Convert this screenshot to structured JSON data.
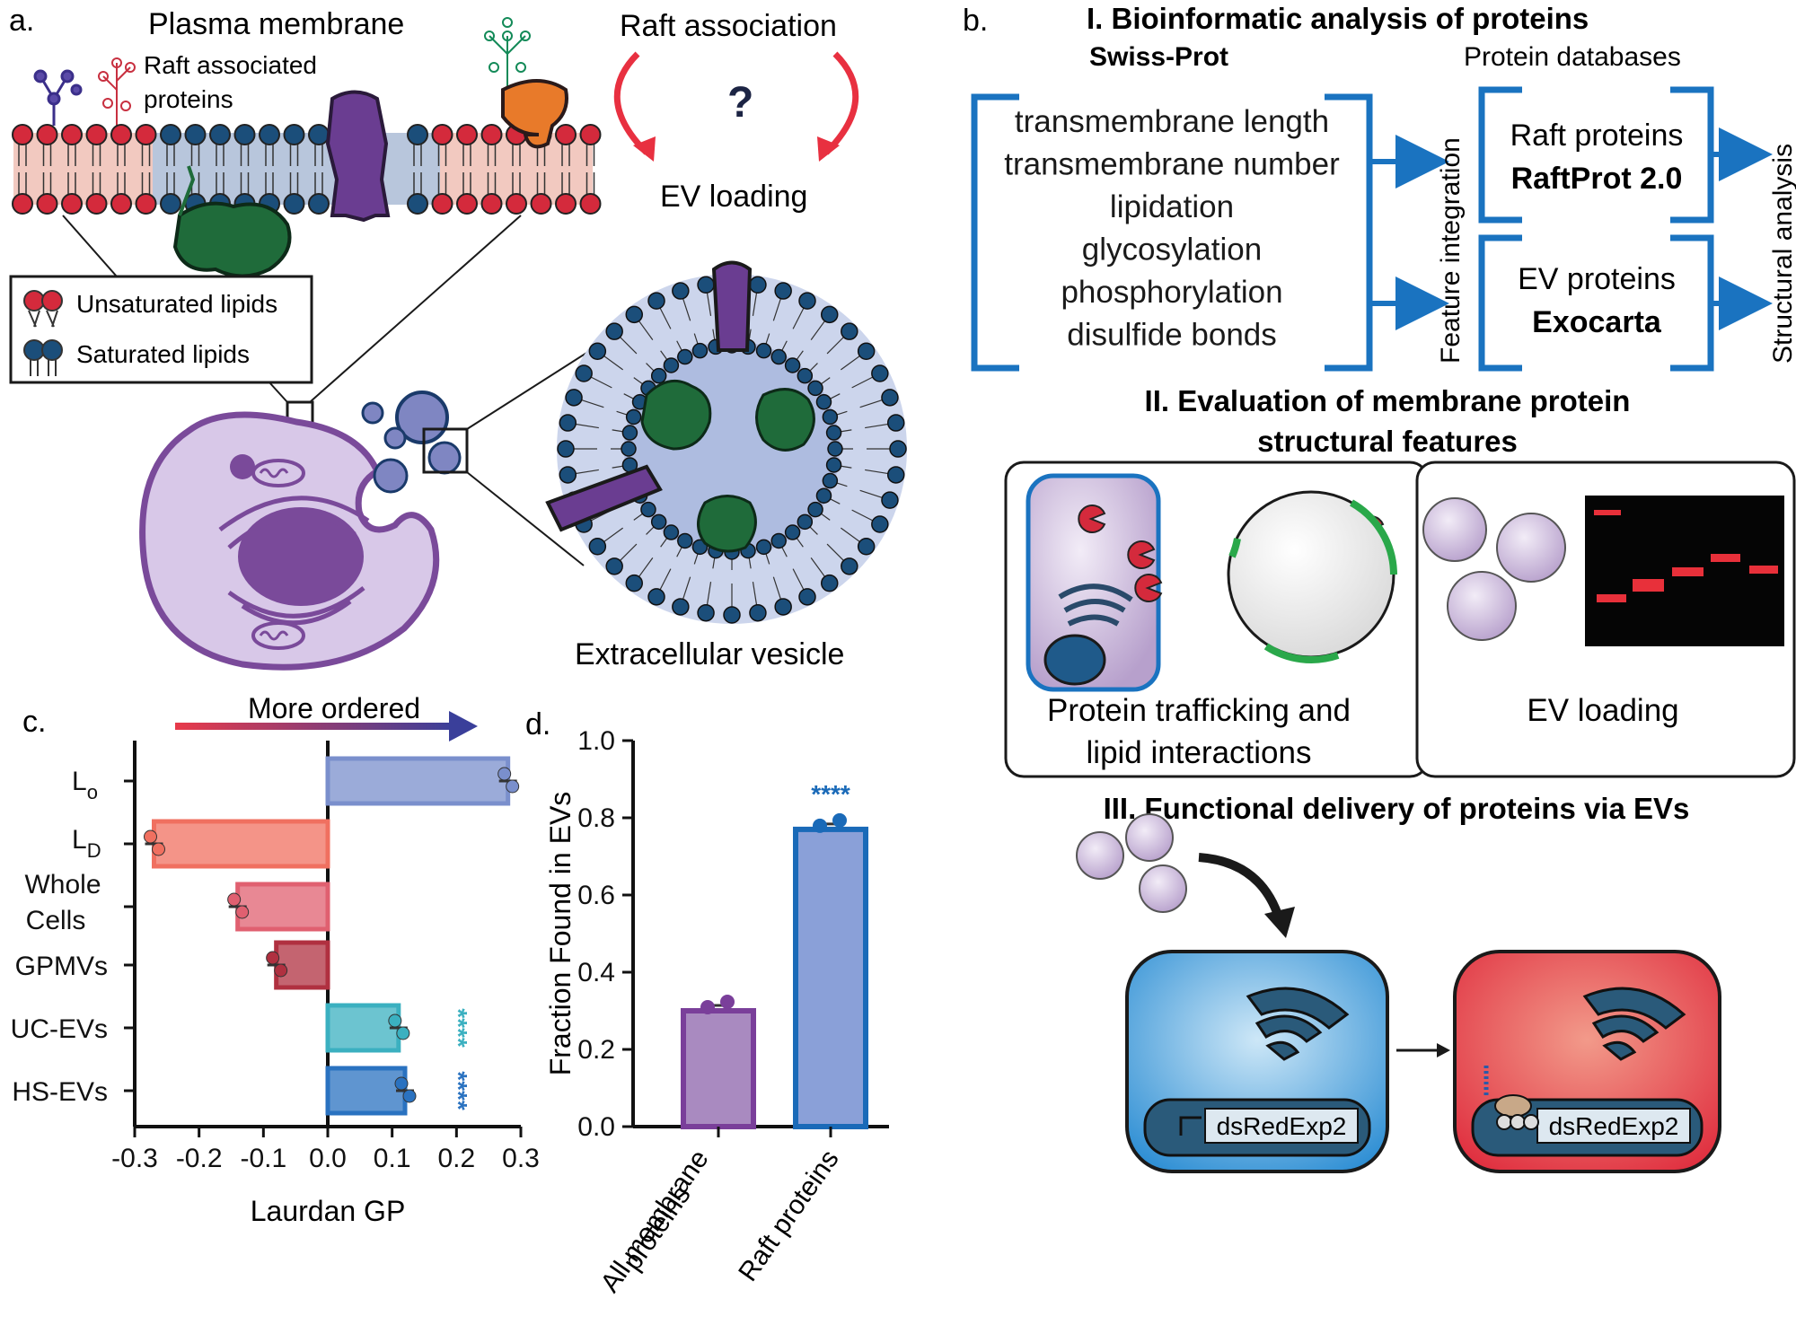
{
  "panel_a": {
    "letter": "a.",
    "plasma_membrane": "Plasma membrane",
    "raft_proteins_line1": "Raft associated",
    "raft_proteins_line2": "proteins",
    "raft_association": "Raft association",
    "question": "?",
    "ev_loading": "EV loading",
    "legend_unsaturated": "Unsaturated lipids",
    "legend_saturated": "Saturated lipids",
    "ev_label": "Extracellular vesicle"
  },
  "panel_b": {
    "letter": "b.",
    "section1_title": "I. Bioinformatic analysis of proteins",
    "swissprot": "Swiss-Prot",
    "protein_databases": "Protein databases",
    "features": [
      "transmembrane length",
      "transmembrane number",
      "lipidation",
      "glycosylation",
      "phosphorylation",
      "disulfide bonds"
    ],
    "feature_integration": "Feature integration",
    "raft_proteins": "Raft proteins",
    "raftprot": "RaftProt 2.0",
    "ev_proteins": "EV proteins",
    "exocarta": "Exocarta",
    "structural_analysis": "Structural analysis",
    "section2_title_line1": "II. Evaluation of membrane protein",
    "section2_title_line2": "structural features",
    "trafficking_line1": "Protein trafficking and",
    "trafficking_line2": "lipid interactions",
    "ev_loading": "EV loading",
    "section3_title": "III. Functional delivery of proteins via EVs",
    "gene_label_1": "dsRedExp2",
    "gene_label_2": "dsRedExp2"
  },
  "panel_c": {
    "letter": "c.",
    "arrow_label": "More ordered",
    "chart_data": {
      "type": "bar",
      "orientation": "horizontal",
      "categories": [
        "Lo",
        "LD",
        "Whole Cells",
        "GPMVs",
        "UC-EVs",
        "HS-EVs"
      ],
      "values": [
        0.28,
        -0.27,
        -0.14,
        -0.08,
        0.11,
        0.12
      ],
      "significance": [
        "",
        "",
        "",
        "",
        "****",
        "****"
      ],
      "colors": [
        "#7a8fcc",
        "#f07060",
        "#e06070",
        "#b03040",
        "#3bb0c0",
        "#2a72c0"
      ],
      "xlabel": "Laurdan GP",
      "xlim": [
        -0.3,
        0.3
      ],
      "xticks": [
        "-0.3",
        "-0.2",
        "-0.1",
        "0.0",
        "0.1",
        "0.2",
        "0.3"
      ]
    }
  },
  "panel_d": {
    "letter": "d.",
    "chart_data": {
      "type": "bar",
      "categories": [
        "All membrane proteins",
        "Raft proteins"
      ],
      "values": [
        0.3,
        0.77
      ],
      "significance": [
        "",
        "****"
      ],
      "ylabel": "Fraction Found in EVs",
      "ylim": [
        0.0,
        1.0
      ],
      "yticks": [
        "0.0",
        "0.2",
        "0.4",
        "0.6",
        "0.8",
        "1.0"
      ]
    },
    "xlabel_1_line1": "All membrane",
    "xlabel_1_line2": "proteins",
    "xlabel_2": "Raft proteins"
  }
}
